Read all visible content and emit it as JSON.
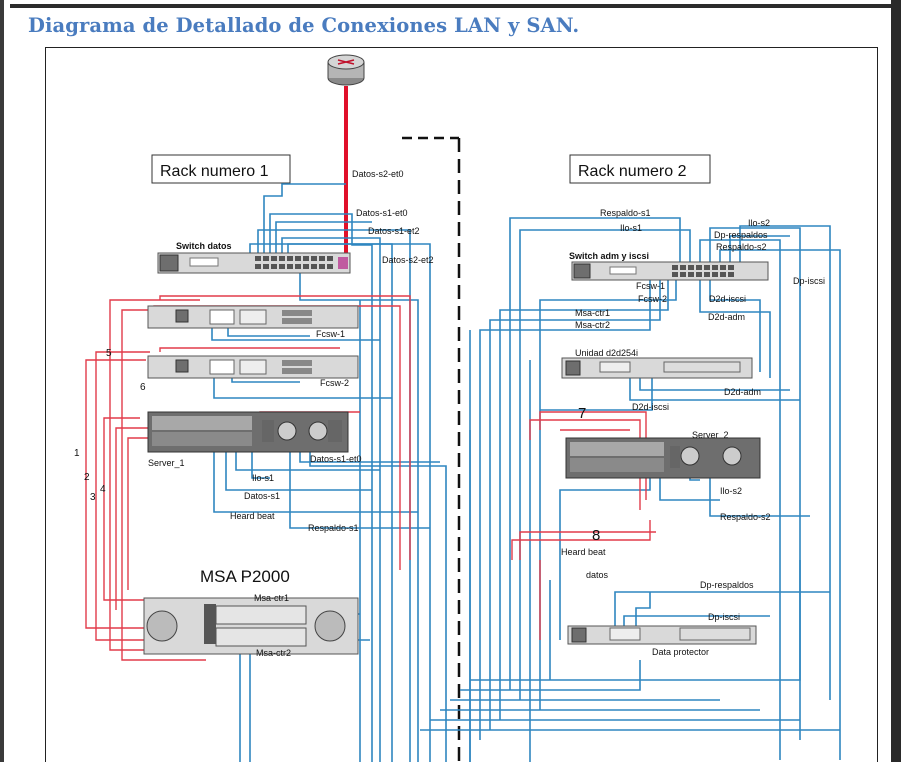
{
  "title": "Diagrama de Detallado de Conexiones LAN y SAN.",
  "racks": {
    "rack1": "Rack numero 1",
    "rack2": "Rack numero 2"
  },
  "devices": {
    "switch_datos": "Switch datos",
    "switch_adm": "Switch adm y iscsi",
    "fcsw1": "Fcsw-1",
    "fcsw2": "Fcsw-2",
    "server1": "Server_1",
    "server2": "Server_2",
    "msa": "MSA P2000",
    "unidad": "Unidad d2d254i",
    "data_protector": "Data protector"
  },
  "connections": {
    "datos_s2_et0": "Datos-s2-et0",
    "datos_s1_et0": "Datos-s1-et0",
    "datos_s1_et2": "Datos-s1-et2",
    "datos_s2_et2": "Datos-s2-et2",
    "datos_s1_et0_b": "Datos-s1-et0",
    "ilo_s1_left": "Ilo-s1",
    "datos_s1": "Datos-s1",
    "heard_beat_left": "Heard beat",
    "respaldo_s1_left": "Respaldo-s1",
    "respaldo_s1_right": "Respaldo-s1",
    "ilo_s1_right": "Ilo-s1",
    "ilo_s2": "Ilo-s2",
    "dp_respaldos": "Dp-respaldos",
    "respaldo_s2": "Respaldo-s2",
    "dp_iscsi": "Dp-iscsi",
    "fcsw1_r": "Fcsw-1",
    "fcsw2_r": "Fcsw-2",
    "d2d_iscsi": "D2d-iscsi",
    "msa_ctr1_r": "Msa-ctr1",
    "msa_ctr2_r": "Msa-ctr2",
    "d2d_adm": "D2d-adm",
    "d2d_adm_b": "D2d-adm",
    "d2d_iscsi_b": "D2d-iscsi",
    "ilo_s2_b": "Ilo-s2",
    "respaldo_s2_b": "Respaldo-s2",
    "heard_beat_right": "Heard beat",
    "datos": "datos",
    "dp_respaldos_b": "Dp-respaldos",
    "dp_iscsi_b": "Dp-iscsi",
    "msa_ctr1": "Msa-ctr1",
    "msa_ctr2": "Msa-ctr2"
  },
  "numbers": [
    "1",
    "2",
    "3",
    "4",
    "5",
    "6",
    "7",
    "8"
  ],
  "colors": {
    "title": "#4a7cbf",
    "lan_cable": "#2f86c0",
    "san_cable": "#e23b4a",
    "uplink": "#e0102a"
  },
  "icons": {
    "router": "router-icon"
  }
}
